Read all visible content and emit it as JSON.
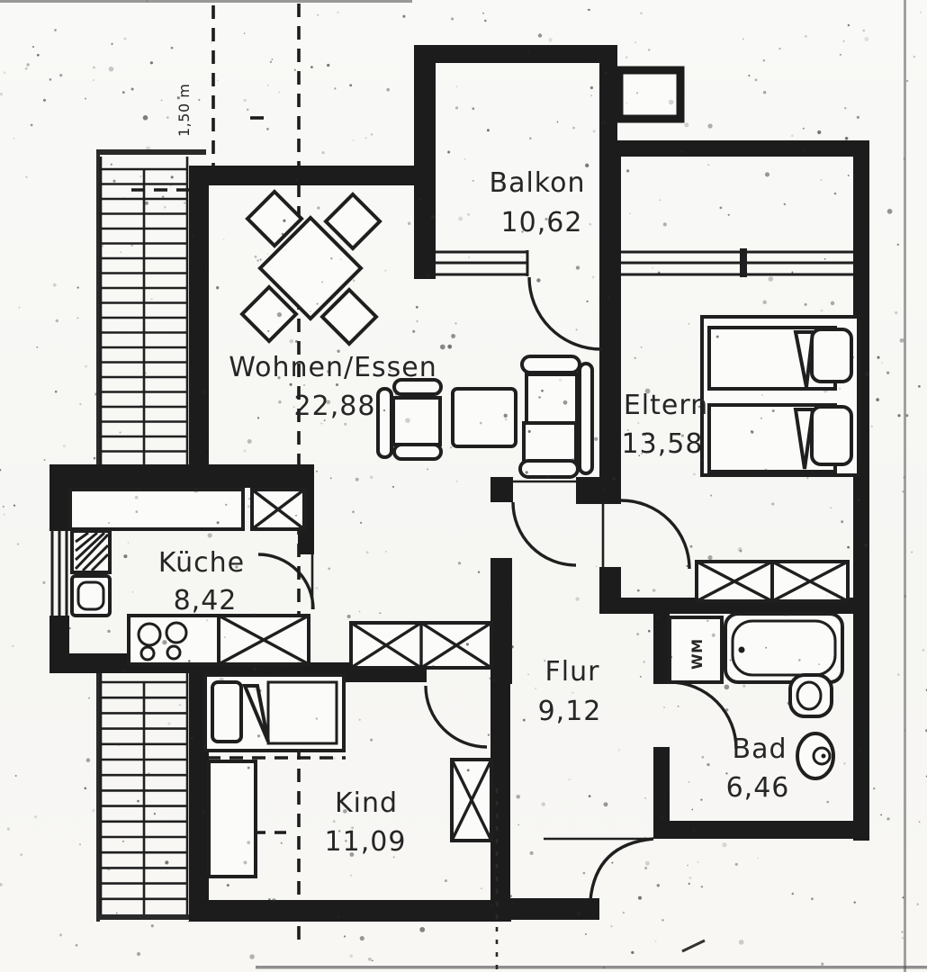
{
  "plan": {
    "type_label": "apartment-floor-plan",
    "rooms": {
      "balkon": {
        "name": "Balkon",
        "area": "10,62"
      },
      "wohnen": {
        "name": "Wohnen/Essen",
        "area": "22,88"
      },
      "eltern": {
        "name": "Eltern",
        "area": "13,58"
      },
      "kueche": {
        "name": "Küche",
        "area": "8,42"
      },
      "flur": {
        "name": "Flur",
        "area": "9,12"
      },
      "kind": {
        "name": "Kind",
        "area": "11,09"
      },
      "bad": {
        "name": "Bad",
        "area": "6,46"
      }
    },
    "annotations": {
      "washing_machine": "WM",
      "height_line": "1,50 m"
    },
    "colors": {
      "ink": "#1c1c1c",
      "paper": "#f8f8f5"
    }
  }
}
